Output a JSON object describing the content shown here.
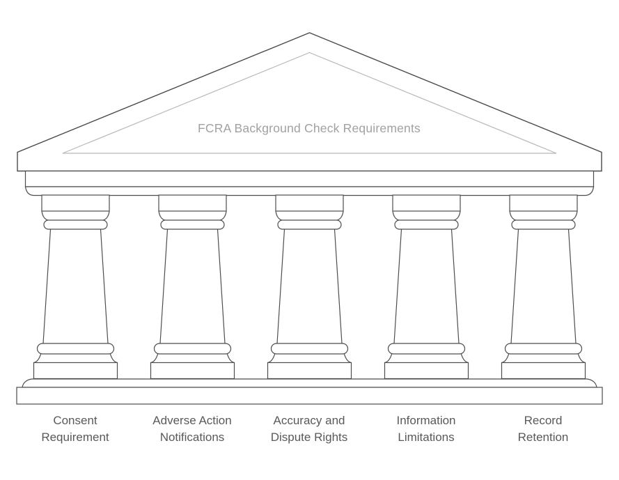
{
  "diagram": {
    "type": "temple-pillars-concept-diagram",
    "pediment": {
      "title": "FCRA Background Check Requirements"
    },
    "pillars": [
      {
        "label": "Consent\nRequirement"
      },
      {
        "label": "Adverse Action\nNotifications"
      },
      {
        "label": "Accuracy and\nDispute Rights"
      },
      {
        "label": "Information\nLimitations"
      },
      {
        "label": "Record\nRetention"
      }
    ],
    "colors": {
      "outline": "#4d4d4d",
      "inner_triangle": "#b8b8b8",
      "title_text": "#a1a1a1",
      "label_text": "#595959",
      "background": "#ffffff"
    }
  }
}
